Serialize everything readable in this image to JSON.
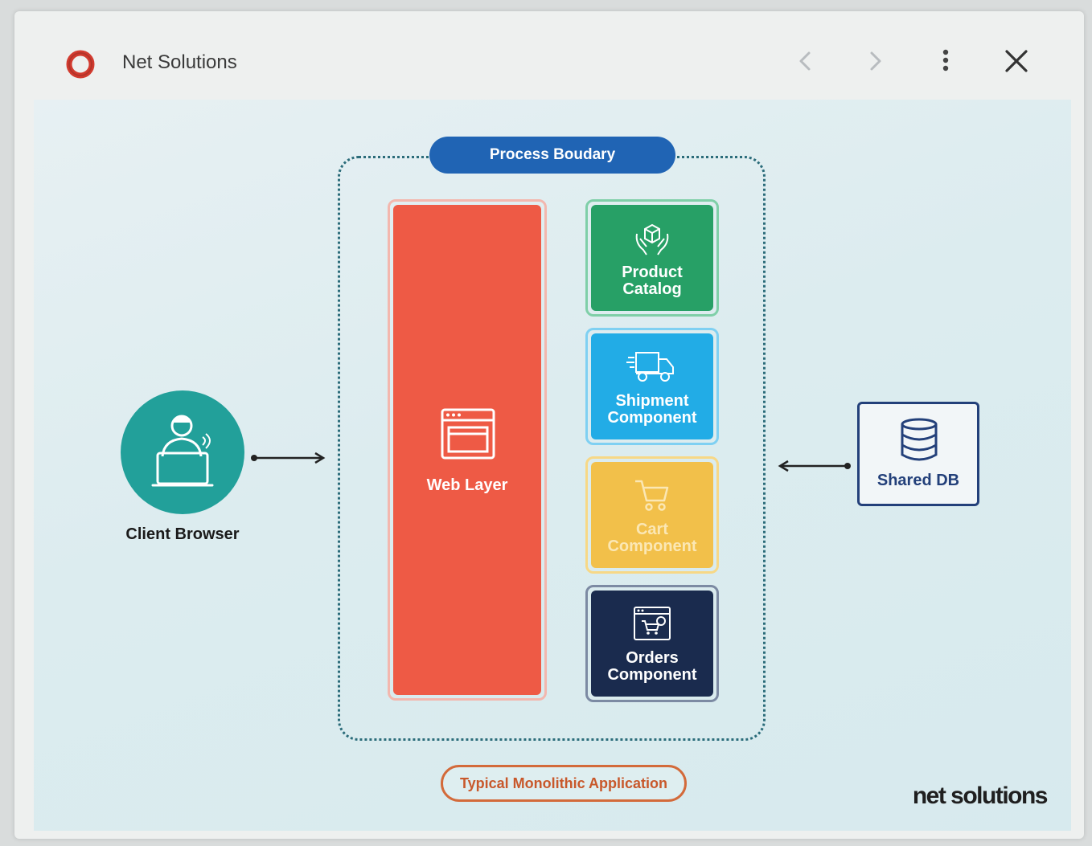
{
  "window": {
    "title": "Net Solutions",
    "icons": {
      "app": "opera-icon",
      "back": "chevron-left-icon",
      "forward": "chevron-right-icon",
      "menu": "kebab-menu-icon",
      "close": "close-icon"
    }
  },
  "diagram": {
    "client": {
      "label": "Client Browser",
      "icon": "user-laptop-icon",
      "color": "#22a09a"
    },
    "boundary": {
      "label": "Process Boudary",
      "color": "#2064b4"
    },
    "web_layer": {
      "label": "Web Layer",
      "icon": "browser-window-icon",
      "color": "#ee5a45"
    },
    "components": [
      {
        "label_line1": "Product",
        "label_line2": "Catalog",
        "icon": "box-in-hands-icon",
        "color": "#27a066"
      },
      {
        "label_line1": "Shipment",
        "label_line2": "Component",
        "icon": "delivery-truck-icon",
        "color": "#22ace6"
      },
      {
        "label_line1": "Cart",
        "label_line2": "Component",
        "icon": "shopping-cart-icon",
        "color": "#f2c04a"
      },
      {
        "label_line1": "Orders",
        "label_line2": "Component",
        "icon": "order-window-icon",
        "color": "#1a2b4e"
      }
    ],
    "database": {
      "label": "Shared DB",
      "icon": "database-icon",
      "color": "#23407a"
    },
    "caption": "Typical Monolithic Application",
    "brand": "net solutions"
  }
}
